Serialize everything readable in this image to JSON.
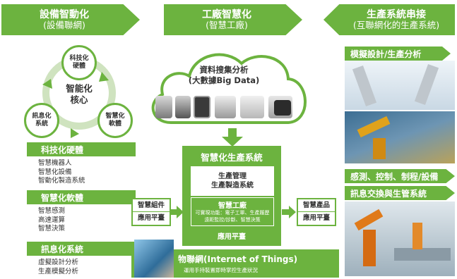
{
  "header": {
    "left": {
      "line1": "設備智動化",
      "line2": "(設備聯網)"
    },
    "middle": {
      "line1": "工廠智慧化",
      "line2": "(智慧工廠)"
    },
    "right": {
      "line1": "生產系統串接",
      "line2": "(互聯網化的生產系統)"
    }
  },
  "left": {
    "cycle": {
      "top": "科技化\n硬體",
      "left": "訊息化\n系統",
      "right": "智慧化\n軟體",
      "core": "智能化\n核心"
    },
    "sections": [
      {
        "title": "科技化硬體",
        "items": [
          "智慧機器人",
          "智慧化設備",
          "智動化製造系統"
        ]
      },
      {
        "title": "智慧化軟體",
        "items": [
          "智慧感測",
          "高速運算",
          "智慧決策"
        ]
      },
      {
        "title": "訊息化系統",
        "items": [
          "虛擬設計分析",
          "生產模擬分析"
        ]
      }
    ]
  },
  "middle": {
    "cloud": {
      "line1": "資料搜集分析",
      "line2": "(大數據Big Data)"
    },
    "system": {
      "title": "智慧化生產系統",
      "mgmt_line1": "生產管理",
      "mgmt_line2": "生產製造系統",
      "factory_title": "智慧工廠",
      "factory_desc": "可實現功能：電子工單、生產履歷 遠距監控/診斷、智慧決策",
      "platform": "應用平臺"
    },
    "input_box": {
      "top": "智慧組件",
      "bottom": "應用平臺"
    },
    "output_box": {
      "top": "智慧產品",
      "bottom": "應用平臺"
    },
    "iot": {
      "title": "物聯網(Internet of Things)",
      "subtitle": "運用手持裝置即時掌控生產狀況"
    }
  },
  "right": {
    "sections": [
      {
        "title": "模擬設計/生產分析"
      },
      {
        "title": "感測、控制、制程/設備"
      },
      {
        "title": "訊息交換與生管系統"
      }
    ]
  },
  "colors": {
    "accent": "#6cb33f",
    "light_accent": "#cfe3bf"
  }
}
